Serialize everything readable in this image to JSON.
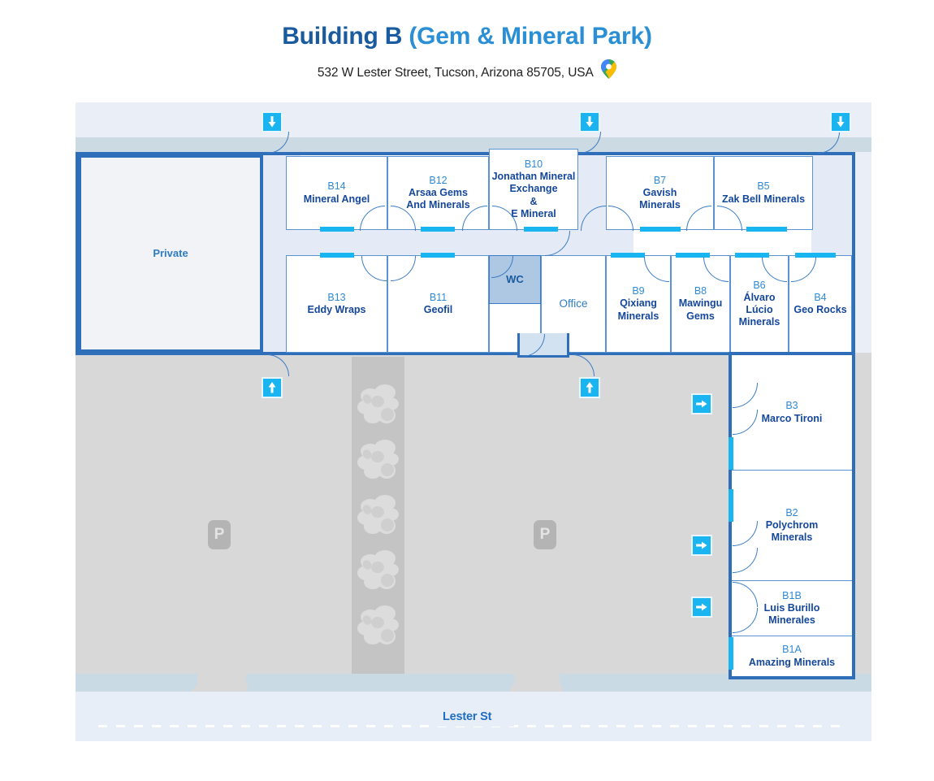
{
  "header": {
    "title_main": "Building B ",
    "title_sub": "(Gem & Mineral Park)",
    "address": "532 W Lester Street, Tucson, Arizona 85705, USA",
    "pin_icon": "google-maps-pin-icon"
  },
  "plan": {
    "street_label": "Lester St",
    "parking_marker": "P",
    "private_label": "Private",
    "wc_label": "WC",
    "office_label": "Office",
    "entry_down_icon": "arrow-down-icon",
    "entry_up_icon": "arrow-up-icon",
    "entry_right_icon": "arrow-right-icon"
  },
  "units": {
    "b14": {
      "code": "B14",
      "name": "Mineral Angel"
    },
    "b13": {
      "code": "B13",
      "name": "Eddy Wraps"
    },
    "b12": {
      "code": "B12",
      "name": "Arsaa Gems\nAnd Minerals",
      "name1": "Arsaa Gems",
      "name2": "And Minerals"
    },
    "b11": {
      "code": "B11",
      "name": "Geofil"
    },
    "b10": {
      "code": "B10",
      "name1": "Jonathan Mineral",
      "name2": "Exchange",
      "name3": "&",
      "name4": "E Mineral"
    },
    "b9": {
      "code": "B9",
      "name1": "Qixiang",
      "name2": "Minerals"
    },
    "b8": {
      "code": "B8",
      "name1": "Mawingu",
      "name2": "Gems"
    },
    "b7": {
      "code": "B7",
      "name1": "Gavish",
      "name2": "Minerals"
    },
    "b6": {
      "code": "B6",
      "name1": "Álvaro",
      "name2": "Lúcio",
      "name3": "Minerals"
    },
    "b5": {
      "code": "B5",
      "name": "Zak Bell Minerals"
    },
    "b4": {
      "code": "B4",
      "name": "Geo Rocks"
    },
    "b3": {
      "code": "B3",
      "name": "Marco Tironi"
    },
    "b2": {
      "code": "B2",
      "name1": "Polychrom",
      "name2": "Minerals"
    },
    "b1b": {
      "code": "B1B",
      "name1": "Luis Burillo",
      "name2": "Minerales"
    },
    "b1a": {
      "code": "B1A",
      "name": "Amazing Minerals"
    }
  },
  "colors": {
    "title_main": "#1a5a9e",
    "title_sub": "#2a8fd4",
    "wall": "#2f6fba",
    "room_border": "#5a93d0",
    "code_text": "#2e8ad6",
    "name_text": "#14479a",
    "accent_cyan": "#19b5f0",
    "corridor": "#e4ebf6",
    "parking": "#d8d8d8",
    "median": "#c4c4c4",
    "sidewalk": "#c9dae4",
    "street": "#e8eef7",
    "wc_fill": "#aec8e4",
    "private_fill": "#f1f3f6"
  }
}
